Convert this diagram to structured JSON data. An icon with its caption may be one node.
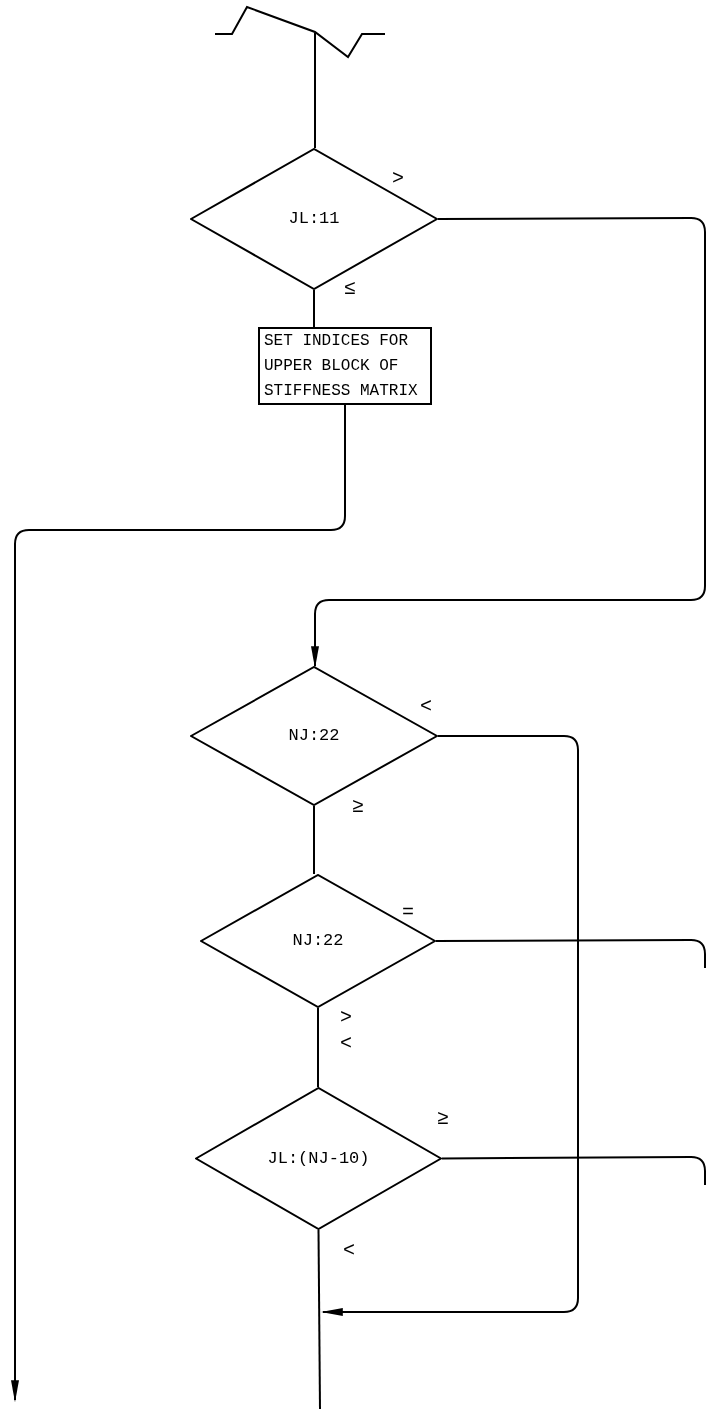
{
  "diagram": {
    "nodes": [
      {
        "text": [
          "JL:11"
        ]
      },
      {
        "text": [
          "SET INDICES FOR UPPER BLOCK OF STIFFNESS MATRIX"
        ]
      },
      {
        "text": [
          "NJ:22"
        ]
      },
      {
        "text": [
          "NJ:22"
        ]
      },
      {
        "text": [
          "JL:(NJ-10)"
        ]
      }
    ],
    "edges": [
      {
        "from": null,
        "to": 0,
        "arrow": "none"
      },
      {
        "from": 0,
        "to": 1,
        "arrow": "none",
        "label": "≤"
      },
      {
        "from": 0,
        "to": 2,
        "arrow": "to",
        "label": ">"
      },
      {
        "from": 1,
        "to": null,
        "arrow": "to"
      },
      {
        "from": 2,
        "to": 3,
        "arrow": "none",
        "label": "≥"
      },
      {
        "from": 2,
        "to": null,
        "arrow": "to",
        "label": "<"
      },
      {
        "from": 3,
        "to": null,
        "arrow": "none",
        "label": "="
      },
      {
        "from": 3,
        "to": 4,
        "arrow": "none",
        "label": "> <"
      },
      {
        "from": 4,
        "to": null,
        "arrow": "none",
        "label": "≥"
      },
      {
        "from": 4,
        "to": null,
        "arrow": "none",
        "label": "<"
      }
    ]
  }
}
